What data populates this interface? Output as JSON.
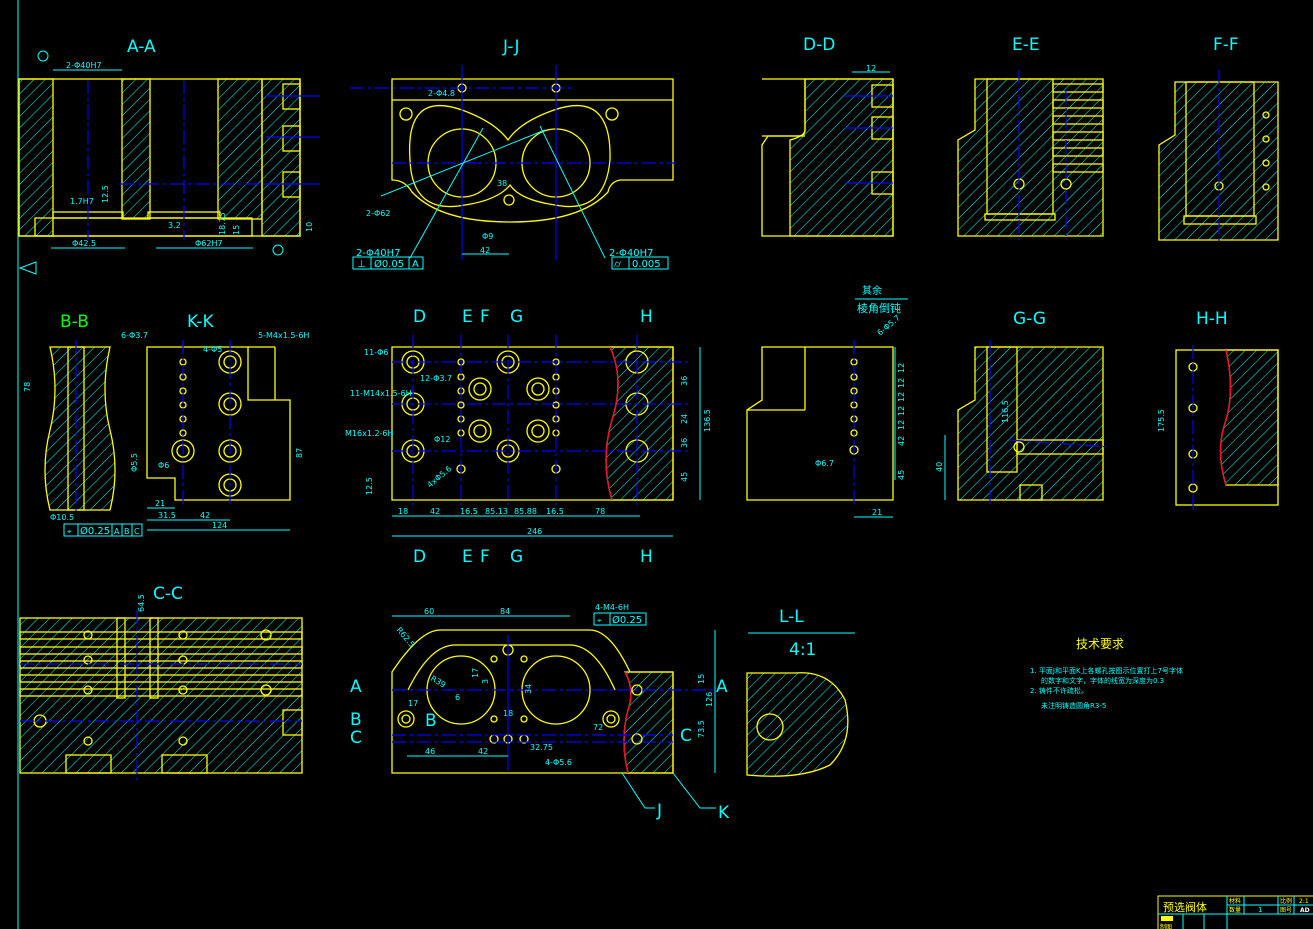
{
  "drawing": {
    "views": {
      "aa": "A-A",
      "jj": "J-J",
      "dd": "D-D",
      "ee": "E-E",
      "ff": "F-F",
      "bb": "B-B",
      "kk": "K-K",
      "gg": "G-G",
      "hh": "H-H",
      "cc": "C-C",
      "ll": "L-L",
      "ll_scale": "4:1"
    },
    "section_marks": {
      "top": [
        "D",
        "E",
        "F",
        "G",
        "H"
      ],
      "bottom": [
        "D",
        "E",
        "F",
        "G",
        "H"
      ],
      "side": [
        "A",
        "B",
        "C",
        "A",
        "B",
        "C",
        "J",
        "K"
      ]
    },
    "dimensions": {
      "aa": [
        "2-Φ40H7",
        "Φ42.5",
        "Φ62H7",
        "3.2",
        "18.75",
        "15",
        "10",
        "12.5",
        "1.7H7"
      ],
      "jj": [
        "2-Φ4.8",
        "2-Φ62",
        "38",
        "Φ9",
        "42",
        "2-Φ40H7",
        "2-Φ40H7"
      ],
      "jj_tol1": [
        "⊥",
        "Ø0.05",
        "A"
      ],
      "jj_tol2": [
        "⌭",
        "0.005"
      ],
      "kk": [
        "6-Φ3.7",
        "5-M4x1.5-6H",
        "4-Φ5",
        "78",
        "87",
        "Φ5.5",
        "Φ6",
        "21",
        "31.5",
        "42",
        "124",
        "Φ10.5"
      ],
      "bb_tol": [
        "⌖",
        "Ø0.25",
        "A",
        "B",
        "C"
      ],
      "mid": [
        "11-Φ6",
        "12-Φ3.7",
        "11-M14x1.5-6H",
        "M16x1.2-6H",
        "Φ12",
        "4xΦ5.6",
        "18",
        "42",
        "16.5",
        "85.13",
        "85.88",
        "16.5",
        "78",
        "246",
        "36",
        "24",
        "36",
        "136.5",
        "12.5",
        "45"
      ],
      "side_view": [
        "6-Φ5.7",
        "12",
        "12",
        "12",
        "12",
        "12",
        "42",
        "45",
        "21",
        "Φ6.7"
      ],
      "gg": [
        "116.5",
        "40"
      ],
      "hh": [
        "175.5"
      ],
      "bottom": [
        "60",
        "84",
        "R62.5",
        "R39",
        "4-M4-6H",
        "Ø0.25",
        "17",
        "3",
        "34",
        "6",
        "18",
        "72",
        "46",
        "42",
        "32.75",
        "4-Φ5.6",
        "15",
        "73.5",
        "126",
        "17"
      ],
      "cc": [
        "64.5"
      ]
    },
    "roughness_note": {
      "rest": "其余",
      "chamfer": "棱角倒钝"
    },
    "tech_requirements": {
      "title": "技术要求",
      "items": [
        "1. 平面J和平面K上各螺孔按图示位置打上7号字体",
        "的数字和文字，字体的线宽为深度为0.3",
        "2. 铸件不许疏松。",
        "未注明铸造圆角R3-5"
      ]
    },
    "title_block": {
      "part_name": "预选阀体",
      "material_label": "材料",
      "quantity_label": "数量",
      "quantity": "1",
      "scale_label": "比例",
      "scale": "2:1",
      "drawing_no_label": "图号",
      "drawing_no": "AD",
      "designer_label": "制图"
    },
    "colors": {
      "outline": "#ffff00",
      "dimension": "#00ffff",
      "centerline": "#0000ff",
      "break": "#ff0033",
      "background": "#000000"
    }
  }
}
